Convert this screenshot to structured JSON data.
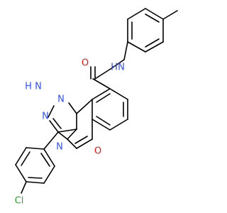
{
  "molecule": {
    "atoms": [
      {
        "id": "O1",
        "label": "O",
        "color": "#ff0d0d"
      },
      {
        "id": "N2",
        "label": "N",
        "color": "#3050f8"
      },
      {
        "id": "H2",
        "label": "H",
        "color": "#3050f8"
      },
      {
        "id": "N3",
        "label": "N",
        "color": "#3050f8"
      },
      {
        "id": "N4",
        "label": "N",
        "color": "#3050f8"
      },
      {
        "id": "H4",
        "label": "H",
        "color": "#3050f8"
      },
      {
        "id": "N5",
        "label": "N",
        "color": "#3050f8"
      },
      {
        "id": "N6",
        "label": "N",
        "color": "#3050f8"
      },
      {
        "id": "O7",
        "label": "O",
        "color": "#ff0d0d"
      },
      {
        "id": "Cl8",
        "label": "Cl",
        "color": "#1fb01f"
      }
    ]
  }
}
